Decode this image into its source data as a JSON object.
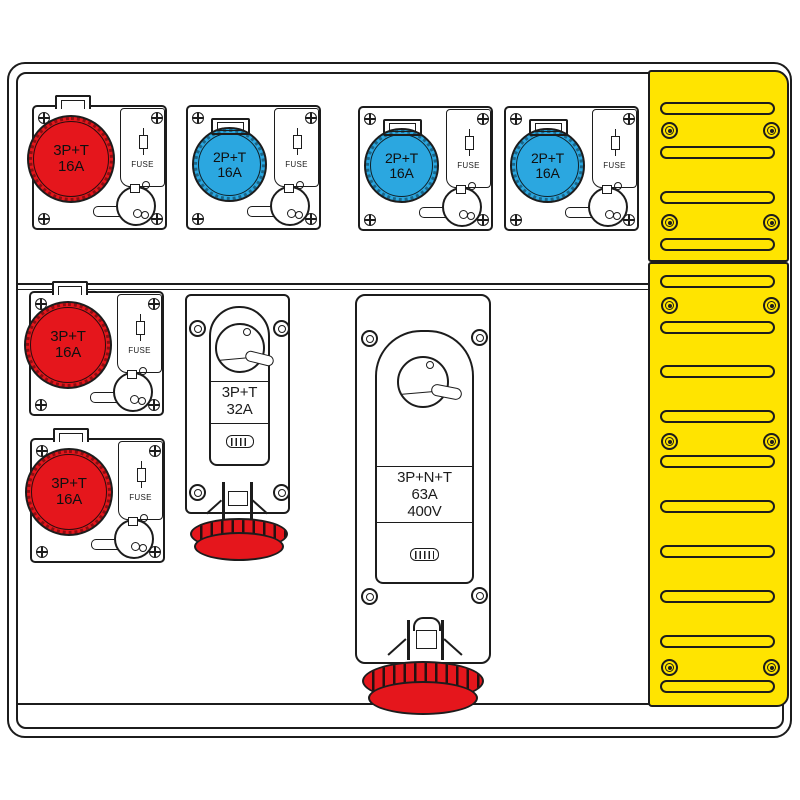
{
  "colors": {
    "red": "#e5161c",
    "blue": "#2ba7e0",
    "yellow": "#ffe400",
    "line": "#1c1c1c",
    "background": "#ffffff"
  },
  "socket_units": [
    {
      "color": "red",
      "line1": "3P+T",
      "line2": "16A",
      "fuse_label": "FUSE"
    },
    {
      "color": "blue",
      "line1": "2P+T",
      "line2": "16A",
      "fuse_label": "FUSE"
    },
    {
      "color": "blue",
      "line1": "2P+T",
      "line2": "16A",
      "fuse_label": "FUSE"
    },
    {
      "color": "blue",
      "line1": "2P+T",
      "line2": "16A",
      "fuse_label": "FUSE"
    },
    {
      "color": "red",
      "line1": "3P+T",
      "line2": "16A",
      "fuse_label": "FUSE"
    },
    {
      "color": "red",
      "line1": "3P+T",
      "line2": "16A",
      "fuse_label": "FUSE"
    }
  ],
  "interlocked_units": [
    {
      "color": "red",
      "line1": "3P+T",
      "line2": "32A",
      "line3": ""
    },
    {
      "color": "red",
      "line1": "3P+N+T",
      "line2": "63A",
      "line3": "400V"
    }
  ]
}
